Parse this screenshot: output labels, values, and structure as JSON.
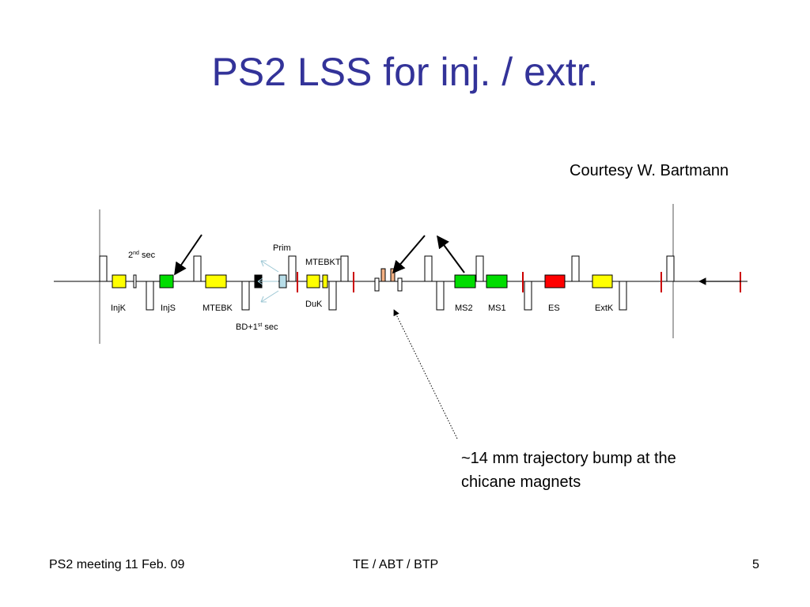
{
  "slide": {
    "title": "PS2 LSS for inj. / extr.",
    "courtesy": "Courtesy W. Bartmann",
    "annotation_line1": "~14 mm trajectory bump at the",
    "annotation_line2": "chicane magnets"
  },
  "diagram": {
    "labels": {
      "injk": "InjK",
      "injs": "InjS",
      "mtebk": "MTEBK",
      "bd_first_sec_main": "BD+1",
      "bd_first_sec_sup": "st",
      "bd_first_sec_tail": " sec",
      "second_sec_main": "2",
      "second_sec_sup": "nd",
      "second_sec_tail": " sec",
      "prim": "Prim",
      "mtebkt": "MTEBKT",
      "duk": "DuK",
      "ms2": "MS2",
      "ms1": "MS1",
      "es": "ES",
      "extk": "ExtK"
    },
    "colors": {
      "kicker": "#ffff00",
      "septum": "#00dd00",
      "electrostatic_septum": "#ff0000",
      "dump": "#000000",
      "collimator": "#b7dde8",
      "marker": "#cc0000",
      "chicane": "#f4b183"
    }
  },
  "footer": {
    "left": "PS2 meeting 11 Feb. 09",
    "center": "TE / ABT / BTP",
    "page": "5"
  }
}
